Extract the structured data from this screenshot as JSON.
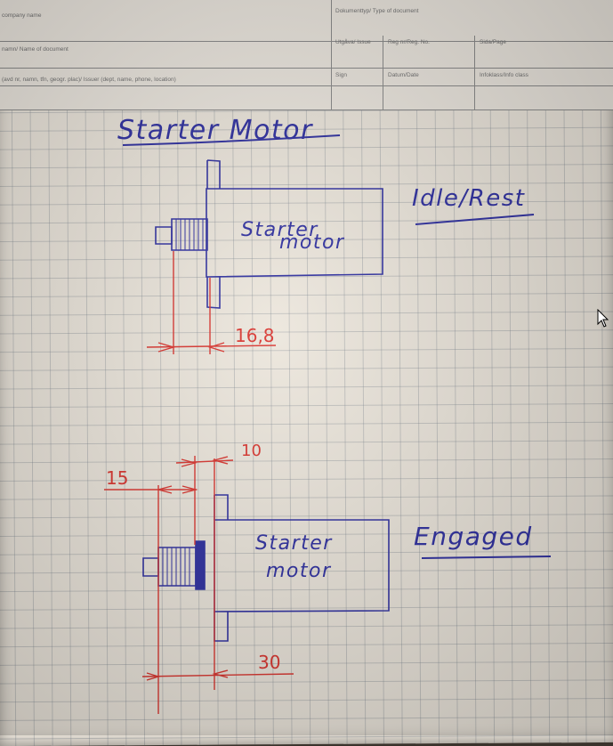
{
  "title_block": {
    "company_name": "company name",
    "document_type": "Dokumenttyp/ Type of document",
    "name_of_document": "namn/ Name of document",
    "issue": "Utgåva/ Issue",
    "reg_no": "Reg nr/Reg. No.",
    "page": "Sida/Page",
    "issuer": "(avd nr, namn, tfn, geogr. plac)/ Issuer (dept, name, phone, location)",
    "sign": "Sign",
    "date": "Datum/Date",
    "info_class": "Infoklass/Info class"
  },
  "drawing": {
    "heading": "Starter Motor",
    "idle_title": "Idle/Rest",
    "idle_body_line1": "Starter",
    "idle_body_line2": "motor",
    "idle_dimension": "16,8",
    "engaged_title": "Engaged",
    "engaged_body_line1": "Starter",
    "engaged_body_line2": "motor",
    "engaged_dimension_top": "10",
    "engaged_dimension_left": "15",
    "engaged_dimension_bottom": "30"
  },
  "colors": {
    "ink_blue": "#2e2fa0",
    "ink_red": "#d9342e",
    "paper": "#ece6dc"
  },
  "icons": {
    "cursor": "mouse-pointer-icon"
  }
}
